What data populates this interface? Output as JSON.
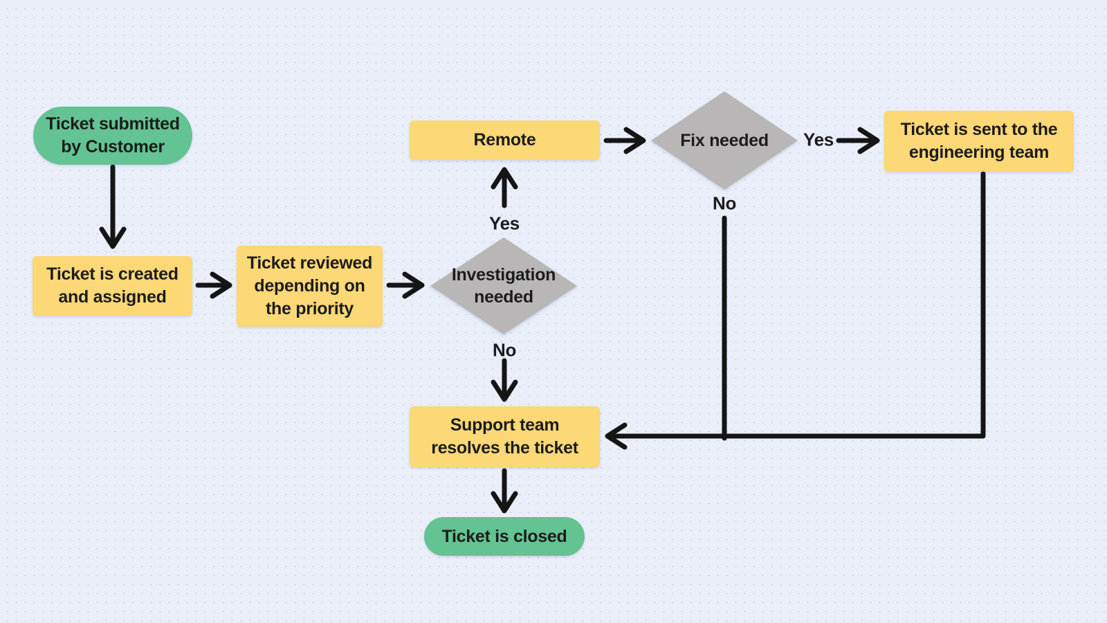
{
  "colors": {
    "background": "#e9eef8",
    "grid_dot": "#ccd5ea",
    "node_green": "#63c392",
    "node_yellow": "#fcd876",
    "node_gray": "#b8b6b6",
    "line": "#151515",
    "text": "#1c1c1c"
  },
  "flowchart": {
    "nodes": [
      {
        "id": "ticket-submitted",
        "type": "terminator",
        "label": "Ticket submitted\nby Customer"
      },
      {
        "id": "ticket-created",
        "type": "process",
        "label": "Ticket is created\nand assigned"
      },
      {
        "id": "ticket-reviewed",
        "type": "process",
        "label": "Ticket reviewed\ndepending on\nthe priority"
      },
      {
        "id": "investigation-needed",
        "type": "decision",
        "label": "Investigation\nneeded"
      },
      {
        "id": "remote",
        "type": "process",
        "label": "Remote"
      },
      {
        "id": "fix-needed",
        "type": "decision",
        "label": "Fix needed"
      },
      {
        "id": "ticket-sent",
        "type": "process",
        "label": "Ticket is sent to the\nengineering team"
      },
      {
        "id": "support-resolves",
        "type": "process",
        "label": "Support team\nresolves the ticket"
      },
      {
        "id": "ticket-closed",
        "type": "terminator",
        "label": "Ticket is closed"
      }
    ],
    "edge_labels": [
      {
        "id": "yes-to-remote",
        "label": "Yes"
      },
      {
        "id": "no-to-support",
        "label": "No"
      },
      {
        "id": "no-from-fix",
        "label": "No"
      },
      {
        "id": "yes-to-engineering",
        "label": "Yes"
      }
    ]
  }
}
